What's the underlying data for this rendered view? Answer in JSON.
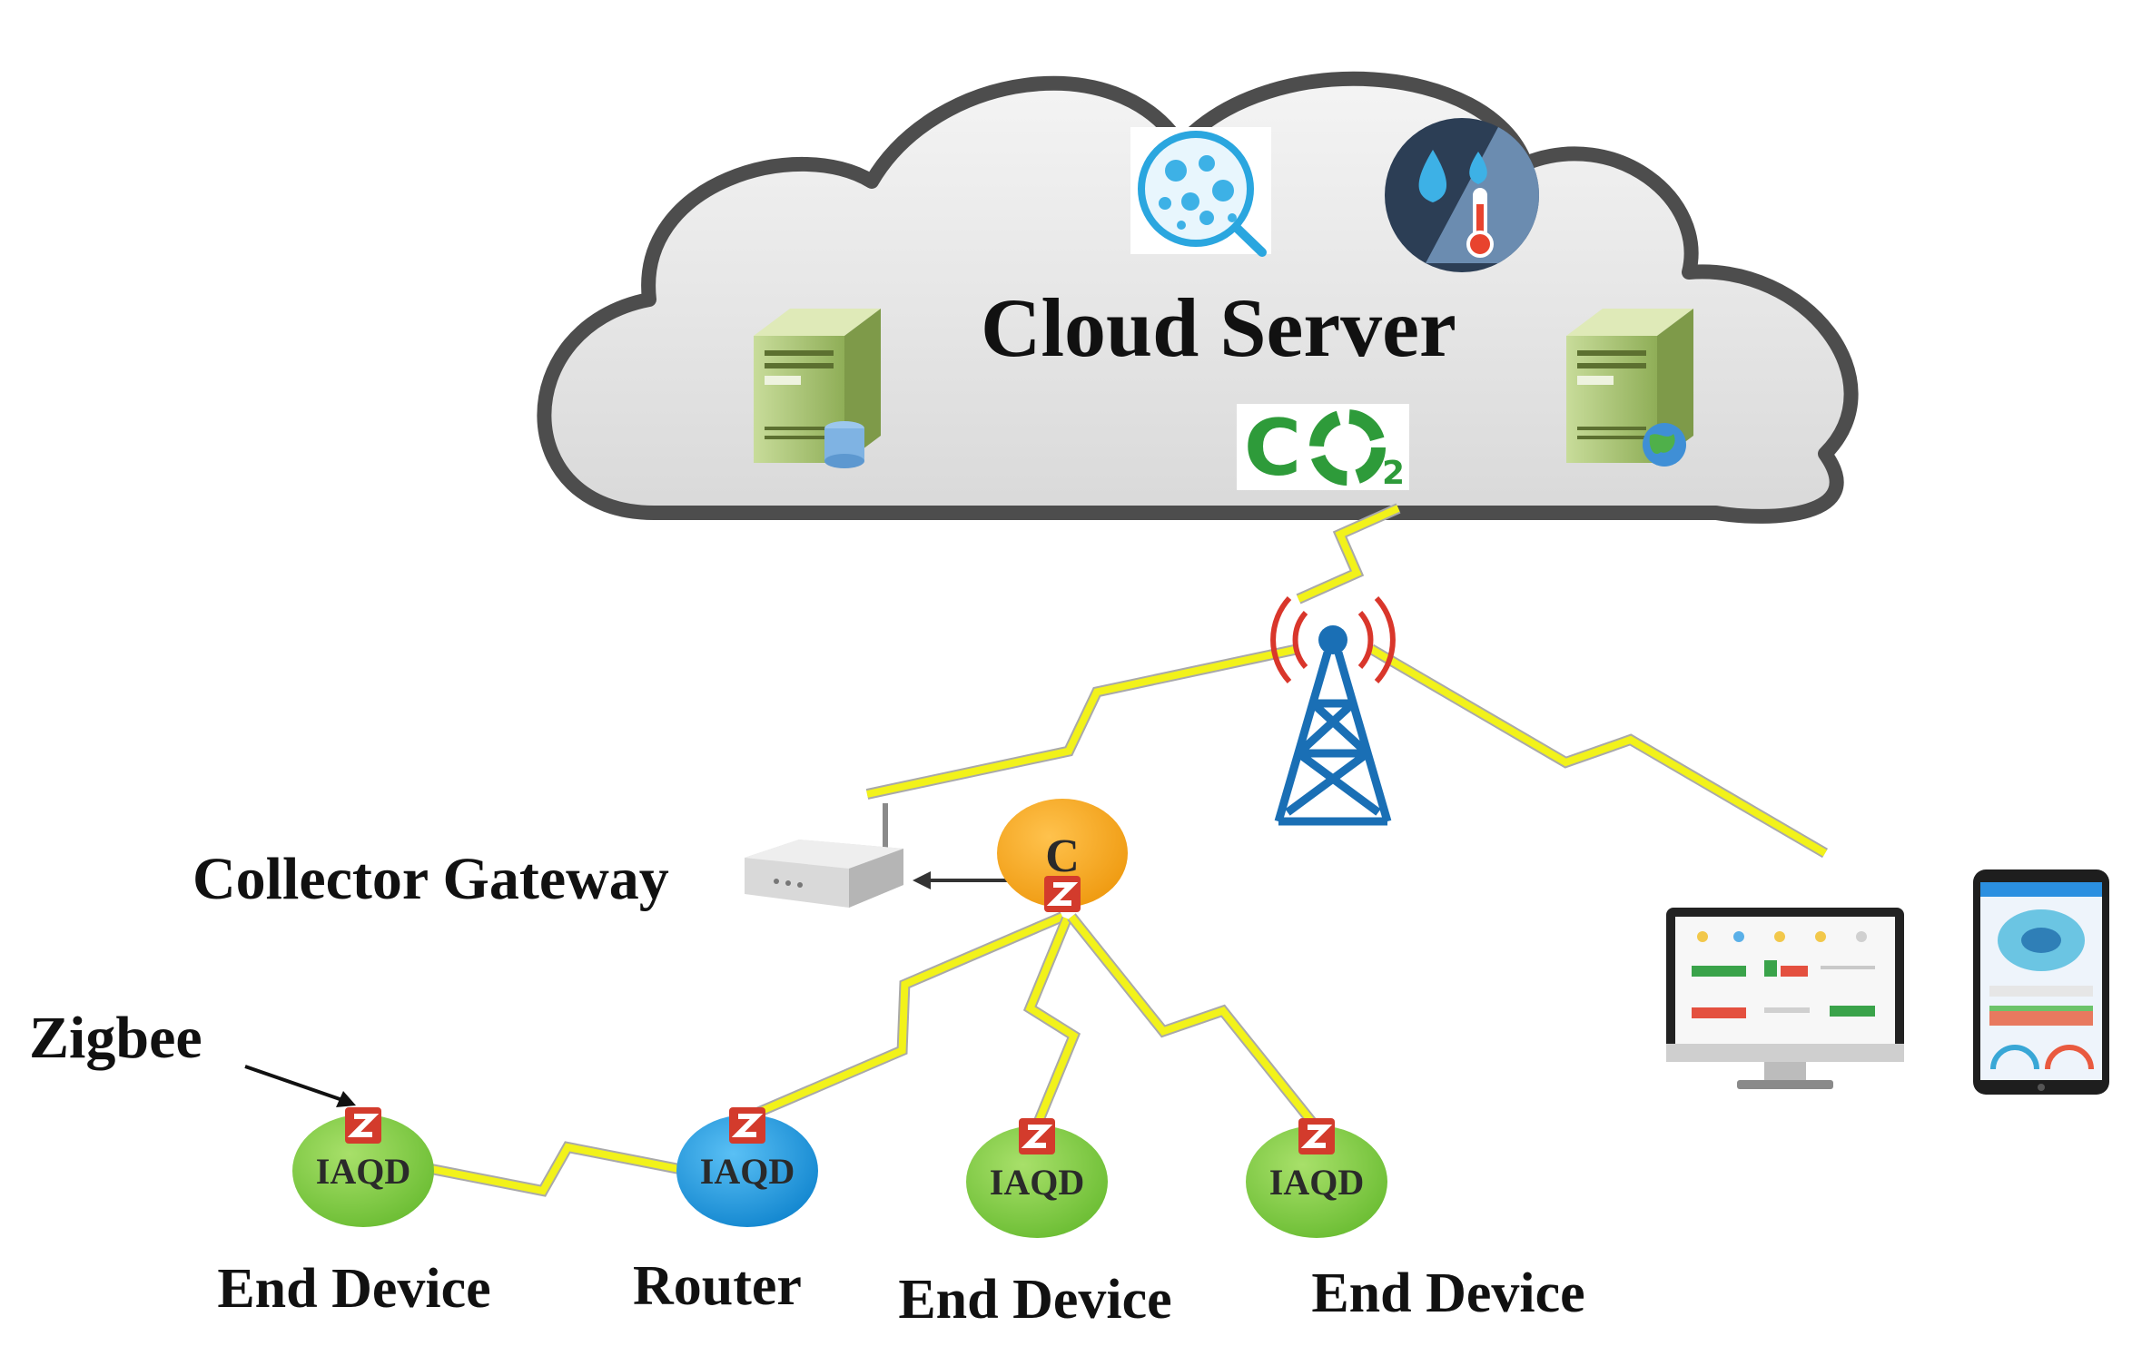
{
  "cloud": {
    "title": "Cloud Server",
    "co2_label": "CO2",
    "icons": [
      "particulate-matter-icon",
      "humidity-temperature-icon",
      "database-server-icon",
      "web-server-icon",
      "co2-icon"
    ]
  },
  "gateway": {
    "label": "Collector Gateway"
  },
  "coordinator": {
    "letter": "C"
  },
  "zigbee_label": "Zigbee",
  "nodes": [
    {
      "text": "IAQD",
      "role": "End Device",
      "color": "#7cc943"
    },
    {
      "text": "IAQD",
      "role": "Router",
      "color": "#1e9be0"
    },
    {
      "text": "IAQD",
      "role": "End Device",
      "color": "#7cc943"
    },
    {
      "text": "IAQD",
      "role": "End Device",
      "color": "#7cc943"
    }
  ],
  "colors": {
    "cloud_fill": "#e6e6e6",
    "cloud_stroke": "#4d4d4d",
    "lightning": "#f2f21a",
    "coordinator": "#f5a81c",
    "tower": "#1a6fb5"
  }
}
